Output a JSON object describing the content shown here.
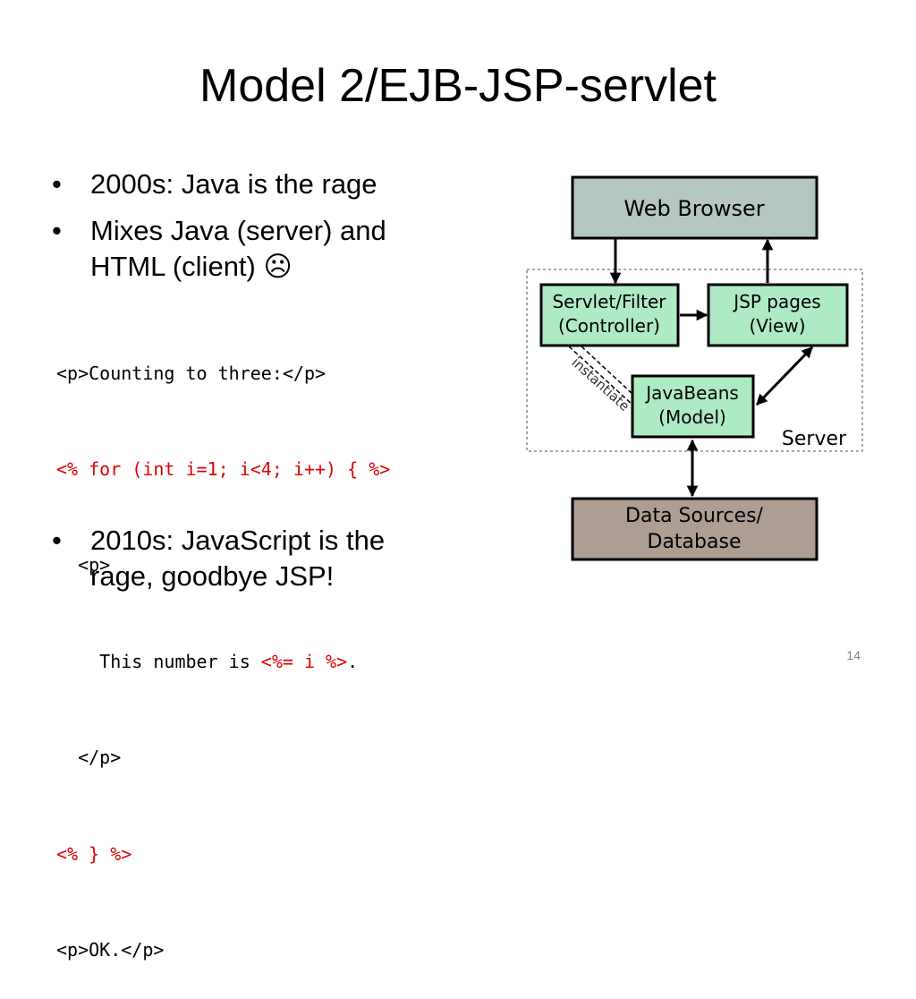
{
  "slide": {
    "title": "Model 2/EJB-JSP-servlet",
    "page_number": "14"
  },
  "bullets": [
    {
      "marker": "•",
      "text": "2000s: Java is the rage"
    },
    {
      "marker": "•",
      "line1": "Mixes Java (server) and",
      "line2": "HTML (client)",
      "emoji": "☹"
    },
    {
      "marker": "•",
      "line1": "2010s: JavaScript is the",
      "line2": "rage, goodbye JSP!"
    }
  ],
  "code": {
    "l1": "<p>Counting to three:</p>",
    "l2": "<% for (int i=1; i<4; i++) { %>",
    "l3": "  <p>",
    "l4a": "    This number is ",
    "l4b": "<%= i %>",
    "l4c": ".",
    "l5": "  </p>",
    "l6": "<% } %>",
    "l7": "<p>OK.</p>"
  },
  "diagram": {
    "web_browser": "Web Browser",
    "servlet_line1": "Servlet/Filter",
    "servlet_line2": "(Controller)",
    "jsp_line1": "JSP pages",
    "jsp_line2": "(View)",
    "javabeans_line1": "JavaBeans",
    "javabeans_line2": "(Model)",
    "instantiate": "instantiate",
    "server": "Server",
    "db_line1": "Data Sources/",
    "db_line2": "Database",
    "colors": {
      "browser_fill": "#b3c6c1",
      "server_box_fill": "#aeeac4",
      "database_fill": "#ad9d93"
    }
  }
}
